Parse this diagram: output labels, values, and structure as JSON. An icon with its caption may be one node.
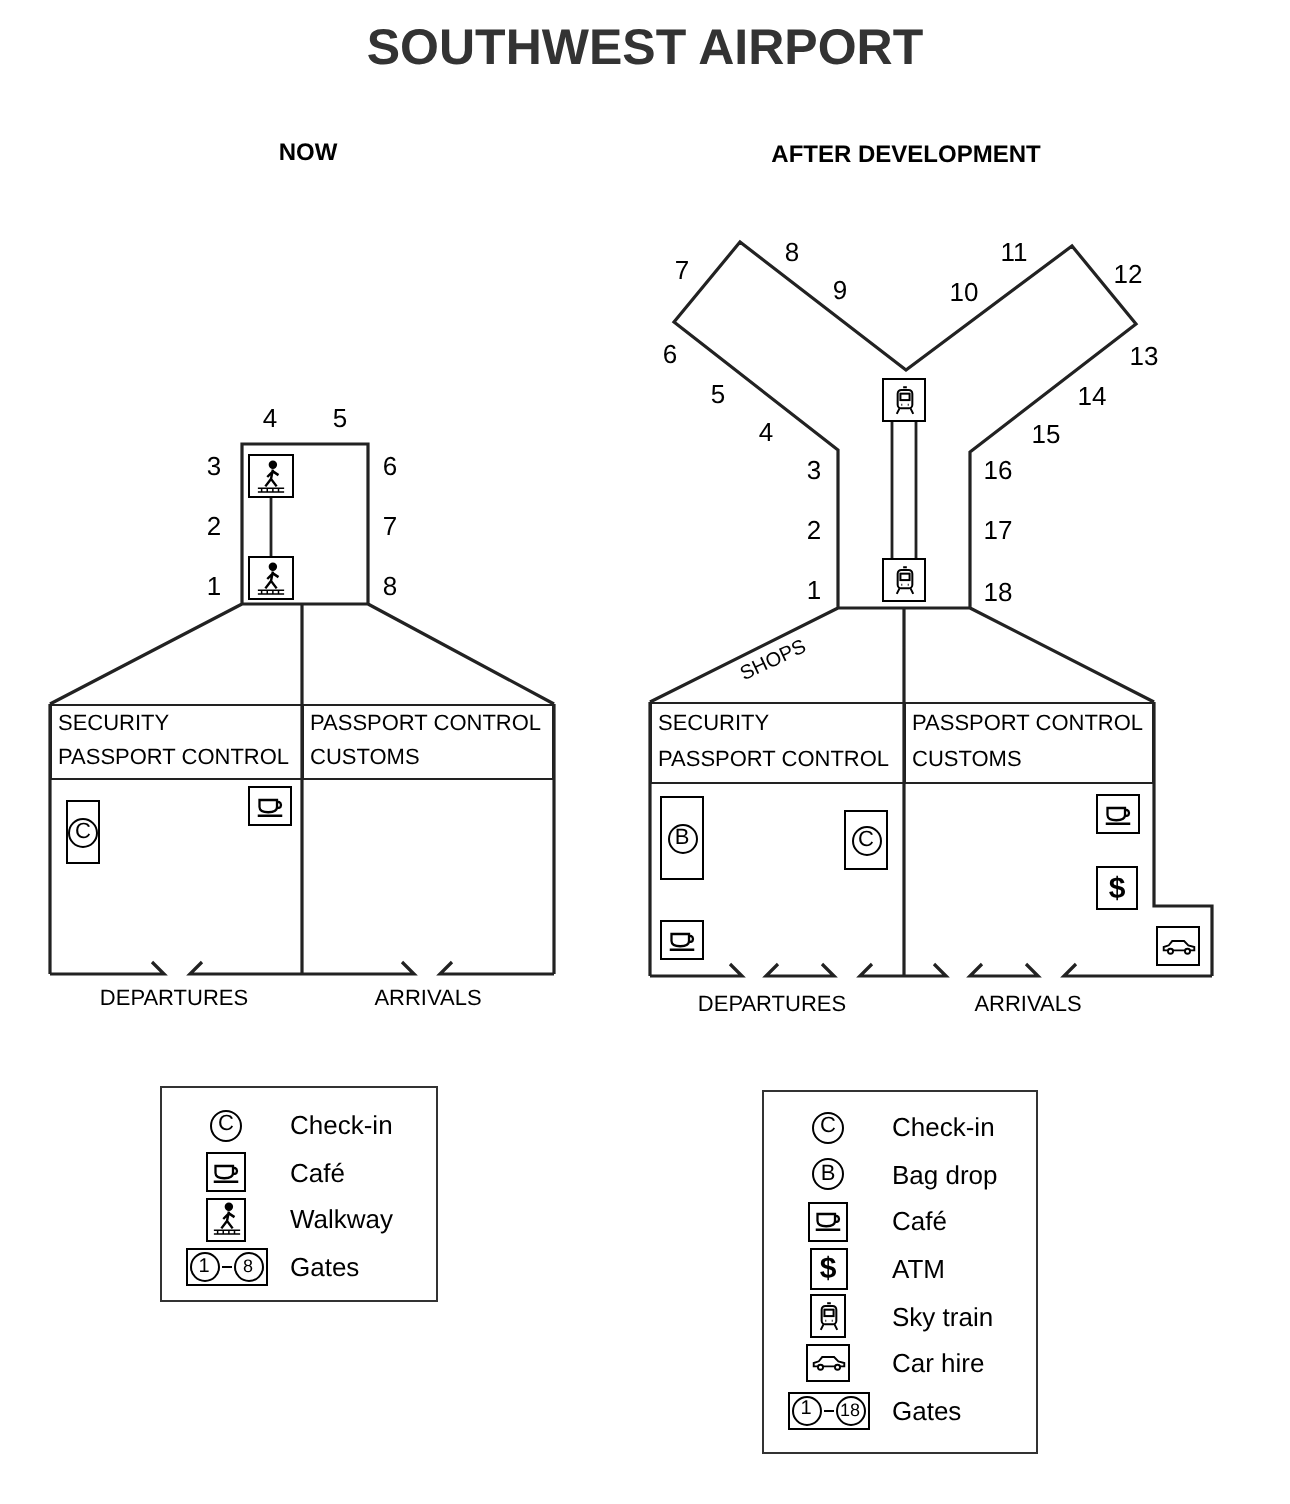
{
  "diagram": {
    "title": "SOUTHWEST AIRPORT",
    "nodes": [
      {
        "text": [
          "SECURITY",
          "PASSPORT CONTROL"
        ]
      },
      {
        "text": [
          "PASSPORT CONTROL",
          "CUSTOMS"
        ]
      },
      {
        "text": [],
        "shape": "picture"
      },
      {
        "text": [],
        "shape": "picture"
      },
      {
        "text": [
          "SECURITY",
          "PASSPORT CONTROL"
        ]
      },
      {
        "text": [
          "PASSPORT CONTROL",
          "CUSTOMS"
        ]
      },
      {
        "text": [],
        "shape": "picture"
      },
      {
        "text": [],
        "shape": "picture"
      }
    ],
    "edges": [
      {
        "from": 2,
        "to": 3,
        "arrow": "none"
      },
      {
        "from": 6,
        "to": 7,
        "arrow": "none"
      }
    ],
    "labels": [
      "NOW",
      "AFTER DEVELOPMENT",
      "1",
      "2",
      "3",
      "4",
      "5",
      "6",
      "7",
      "8",
      "1",
      "2",
      "3",
      "4",
      "5",
      "6",
      "7",
      "8",
      "9",
      "10",
      "11",
      "12",
      "13",
      "14",
      "15",
      "16",
      "17",
      "18",
      "SHOPS",
      "DEPARTURES",
      "ARRIVALS",
      "DEPARTURES",
      "ARRIVALS",
      "C",
      "B",
      "C",
      "$",
      "C",
      "1",
      "8",
      "C",
      "B",
      "$",
      "1",
      "18"
    ],
    "legend": [
      {
        "text": "Check-in"
      },
      {
        "text": "Café"
      },
      {
        "text": "Walkway"
      },
      {
        "text": "Gates"
      },
      {
        "text": "Check-in"
      },
      {
        "text": "Bag drop"
      },
      {
        "text": "Café"
      },
      {
        "text": "ATM"
      },
      {
        "text": "Sky train"
      },
      {
        "text": "Car hire"
      },
      {
        "text": "Gates"
      }
    ]
  }
}
